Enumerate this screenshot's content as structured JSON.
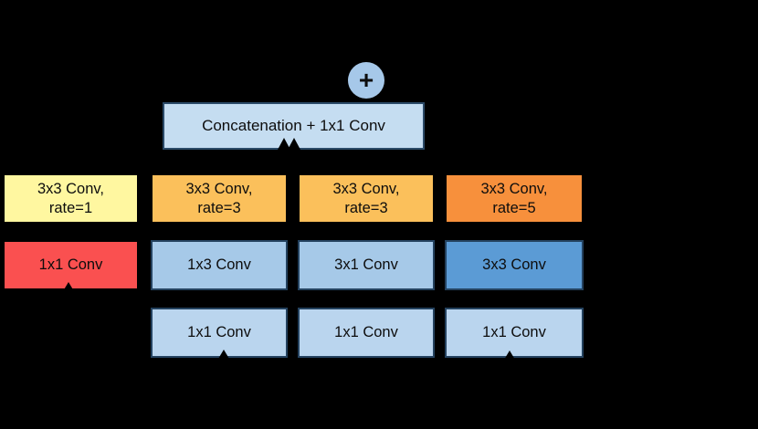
{
  "diagram": {
    "background": "#000000",
    "arrow_color": "#000000",
    "plus_node": {
      "symbol": "+",
      "fill": "#A6C8E9"
    },
    "concat_box": {
      "label": "Concatenation + 1x1 Conv",
      "fill": "#C5DDF1",
      "border": "#2B4A68"
    },
    "rate_row": [
      {
        "line1": "3x3 Conv,",
        "line2": "rate=1",
        "fill": "#FFF7A0",
        "border": "#000000"
      },
      {
        "line1": "3x3 Conv,",
        "line2": "rate=3",
        "fill": "#FBC05B",
        "border": "#000000"
      },
      {
        "line1": "3x3 Conv,",
        "line2": "rate=3",
        "fill": "#FBC05B",
        "border": "#000000"
      },
      {
        "line1": "3x3 Conv,",
        "line2": "rate=5",
        "fill": "#F7903C",
        "border": "#000000"
      }
    ],
    "mid_row": [
      {
        "label": "1x1 Conv",
        "fill": "#FA5050",
        "border": "#000000"
      },
      {
        "label": "1x3 Conv",
        "fill": "#A6C9E8",
        "border": "#24425F"
      },
      {
        "label": "3x1 Conv",
        "fill": "#A6C9E8",
        "border": "#24425F"
      },
      {
        "label": "3x3 Conv",
        "fill": "#5B9BD5",
        "border": "#24425F"
      }
    ],
    "bottom_row": [
      {
        "label": "1x1 Conv",
        "fill": "#BAD5EE",
        "border": "#24425F"
      },
      {
        "label": "1x1 Conv",
        "fill": "#BAD5EE",
        "border": "#24425F"
      },
      {
        "label": "1x1 Conv",
        "fill": "#BAD5EE",
        "border": "#24425F"
      }
    ]
  }
}
